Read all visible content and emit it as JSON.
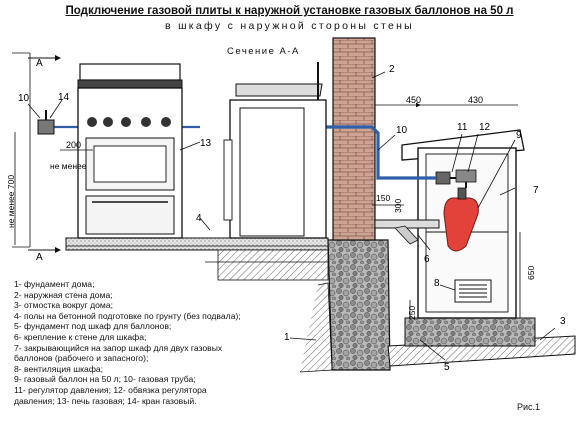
{
  "title": "Подключение газовой плиты к наружной установке газовых баллонов на 50 л",
  "subtitle": "в шкафу с наружной стороны стены",
  "section_label": "Сечение А-А",
  "figure_label": "Рис.1",
  "section_marks": [
    "А",
    "А"
  ],
  "dimensions": {
    "d450": "450",
    "d430": "430",
    "d200": "200",
    "ne_menee": "не менее",
    "ne_menee_700": "не менее 700",
    "d150": "150",
    "d300": "300",
    "d650": "650",
    "d250": "250"
  },
  "callouts": [
    "1",
    "2",
    "3",
    "4",
    "5",
    "6",
    "7",
    "8",
    "9",
    "10",
    "10",
    "11",
    "12",
    "13",
    "14"
  ],
  "legend": [
    "1- фундамент дома;",
    "2- наружная стена дома;",
    "3- отмостка вокруг дома;",
    "4- полы на бетонной подготовке по грунту  (без подвала);",
    "5- фундамент под шкаф для баллонов;",
    "6- крепление к стене для шкафа;",
    "7- закрывающийся на запор шкаф для двух газовых",
    "баллонов (рабочего и запасного);",
    "8- вентиляция шкафа;",
    "9- газовый баллон на 50 л;  10- газовая труба;",
    "11- регулятор давления;  12- обвязка регулятора",
    "давления;  13- печь газовая;  14- кран газовый."
  ],
  "colors": {
    "pipe": "#2f5fa8",
    "cylinder": "#e2423a",
    "brick": "#c89a8a",
    "line": "#111111"
  }
}
